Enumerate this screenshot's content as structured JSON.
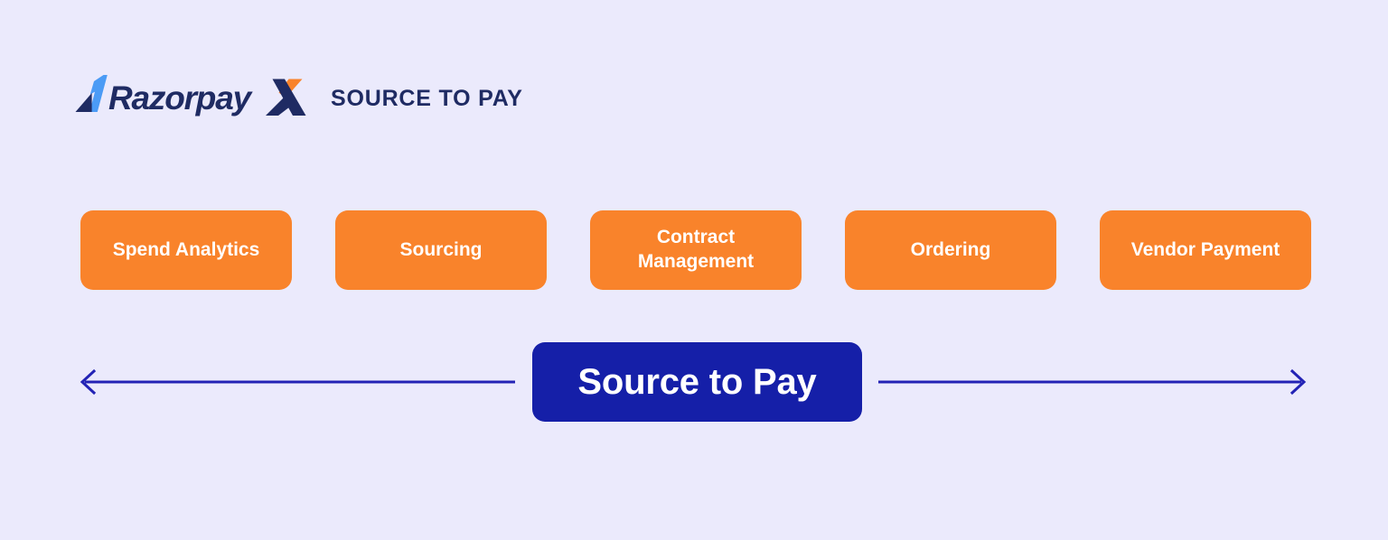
{
  "background_color": "#ebeafc",
  "brand": {
    "logo_icon": "razorpayx-logo",
    "wordmark_text": "RazorpayX",
    "wordmark_primary_color": "#1f2b63",
    "wordmark_accent_color": "#f9832b",
    "mark_light_blue": "#4b9bf5",
    "mark_dark_navy": "#1f2b63",
    "tagline": "SOURCE TO PAY",
    "tagline_color": "#1f2b63"
  },
  "stages": {
    "chip_color": "#f9832b",
    "chip_text_color": "#ffffff",
    "items": [
      {
        "label": "Spend Analytics",
        "name": "spend-analytics"
      },
      {
        "label": "Sourcing",
        "name": "sourcing"
      },
      {
        "label": "Contract\nManagement",
        "name": "contract-management"
      },
      {
        "label": "Ordering",
        "name": "ordering"
      },
      {
        "label": "Vendor Payment",
        "name": "vendor-payment"
      }
    ]
  },
  "summary": {
    "label": "Source to Pay",
    "pill_color": "#151fa8",
    "pill_text_color": "#ffffff",
    "arrow_color": "#2323b5",
    "left_arrow_name": "left-arrow-icon",
    "right_arrow_name": "right-arrow-icon"
  }
}
